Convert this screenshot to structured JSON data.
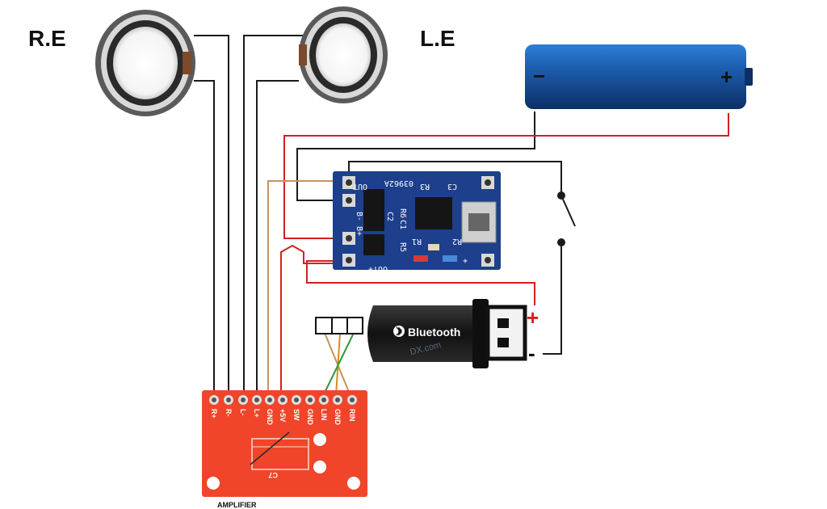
{
  "labels": {
    "right_speaker": "R.E",
    "left_speaker": "L.E",
    "amplifier": "AMPLIFIER"
  },
  "battery": {
    "neg": "−",
    "pos": "+"
  },
  "charger": {
    "pins_left": [
      "OUT-",
      "B-",
      "B+",
      "OUT+"
    ],
    "plus_mark": "+",
    "chip_code": "03962A",
    "components": [
      "R3",
      "C3",
      "R6",
      "C1",
      "C2",
      "R1",
      "R2",
      "R5"
    ]
  },
  "bluetooth": {
    "brand": "Bluetooth",
    "pos": "+",
    "neg": "-",
    "watermark": "DX.com"
  },
  "amplifier": {
    "pins": [
      "R+",
      "R-",
      "L-",
      "L+",
      "GND",
      "+5V",
      "SW",
      "GND",
      "LIN",
      "GND",
      "RIN"
    ],
    "cap": "C7"
  },
  "colors": {
    "wire_black": "#1a1a1a",
    "wire_red": "#d42020",
    "wire_tan": "#c8925a",
    "wire_green": "#2e9a3a",
    "pcb_blue": "#1d3f8c",
    "amp_red": "#f0452a",
    "battery_blue": "#1d5fb0"
  }
}
